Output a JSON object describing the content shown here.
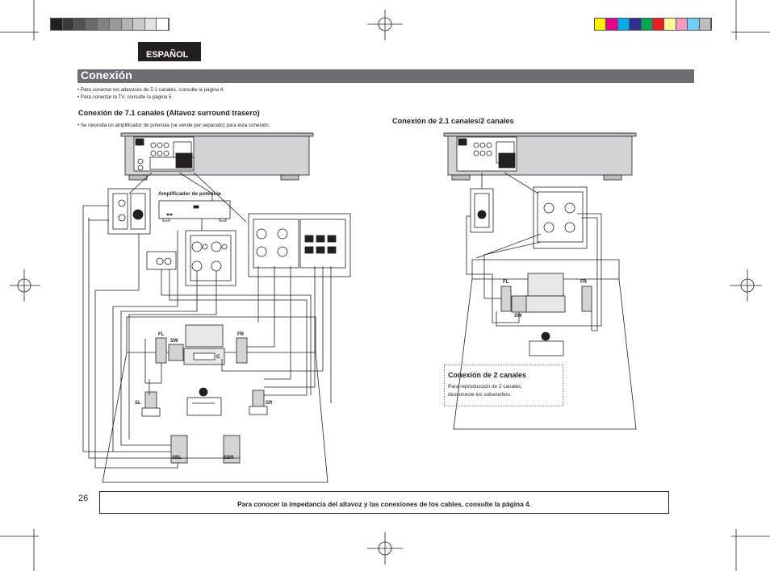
{
  "header": {
    "language_tab": "ESPAÑOL",
    "title": "Conexión"
  },
  "intro_notes": [
    "• Para conectar los altavoces de 5.1 canales, consulte la página 4.",
    "• Para conectar la TV, consulte la página 5."
  ],
  "section_71": {
    "heading": "Conexión de 7.1 canales (Altavoz surround trasero)",
    "note": "• Se necesita un amplificador de potencia (se vende por separado) para esta conexión.",
    "amp_label": "Amplificador de potencia",
    "speakers": {
      "fl": "FL",
      "sw": "SW",
      "fr": "FR",
      "c": "C",
      "sl": "SL",
      "sr": "SR",
      "sbl": "SBL",
      "sbr": "SBR"
    }
  },
  "section_21": {
    "heading": "Conexión de 2.1 canales/2 canales",
    "speakers": {
      "fl": "FL",
      "fr": "FR",
      "sw": "SW"
    }
  },
  "two_channel_box": {
    "title": "Conexión de 2 canales",
    "line1": "Para reproducción de 2 canales,",
    "line2": "desconecte los subwoofers."
  },
  "footer": {
    "page_number": "26",
    "text": "Para conocer la impedancia del altavoz y las conexiones de los cables, consulte la página 4."
  },
  "colors": {
    "title_bar": "#6d6e71",
    "lang_tab": "#231f20",
    "device_fill": "#d1d3d4",
    "color_bar": [
      "#fff200",
      "#ec008c",
      "#00aeef",
      "#2e3192",
      "#00a651",
      "#ed1c24",
      "#fff799",
      "#f49ac1",
      "#6dcff6",
      "#bcbec0"
    ]
  }
}
